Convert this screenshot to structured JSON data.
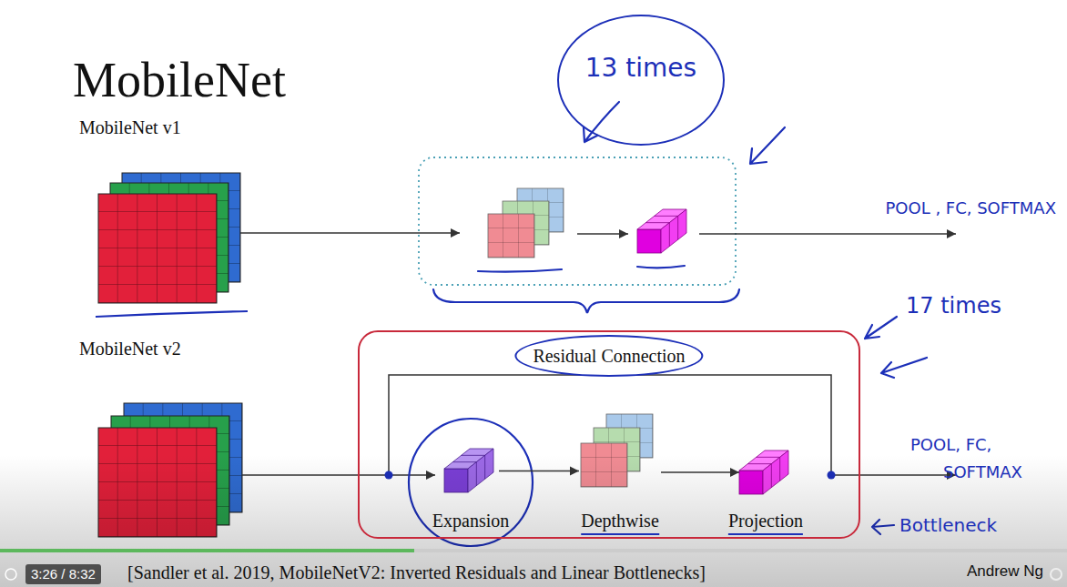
{
  "diagram": {
    "title": "MobileNet",
    "caption": "[Sandler et al. 2019, MobileNetV2: Inverted Residuals and Linear Bottlenecks]",
    "nodes": [
      {
        "text": [
          "13 times"
        ]
      },
      {
        "text": [
          "Residual Connection"
        ]
      },
      {
        "text": [
          "Expansion"
        ],
        "in": 1
      },
      {
        "text": [
          "Depthwise"
        ],
        "in": 1
      },
      {
        "text": [
          "Projection"
        ],
        "in": 1
      }
    ],
    "edges": [
      {
        "from": 2,
        "to": 3,
        "arrow": "to"
      },
      {
        "from": 3,
        "to": 4,
        "arrow": "to"
      }
    ],
    "labels": [
      "MobileNet v1",
      "MobileNet v2",
      "POOL , FC, SOFTMAX",
      "17 times",
      "POOL, FC, SOFTMAX",
      "Bottleneck",
      "3:26 / 8:32",
      "Andrew Ng"
    ]
  }
}
